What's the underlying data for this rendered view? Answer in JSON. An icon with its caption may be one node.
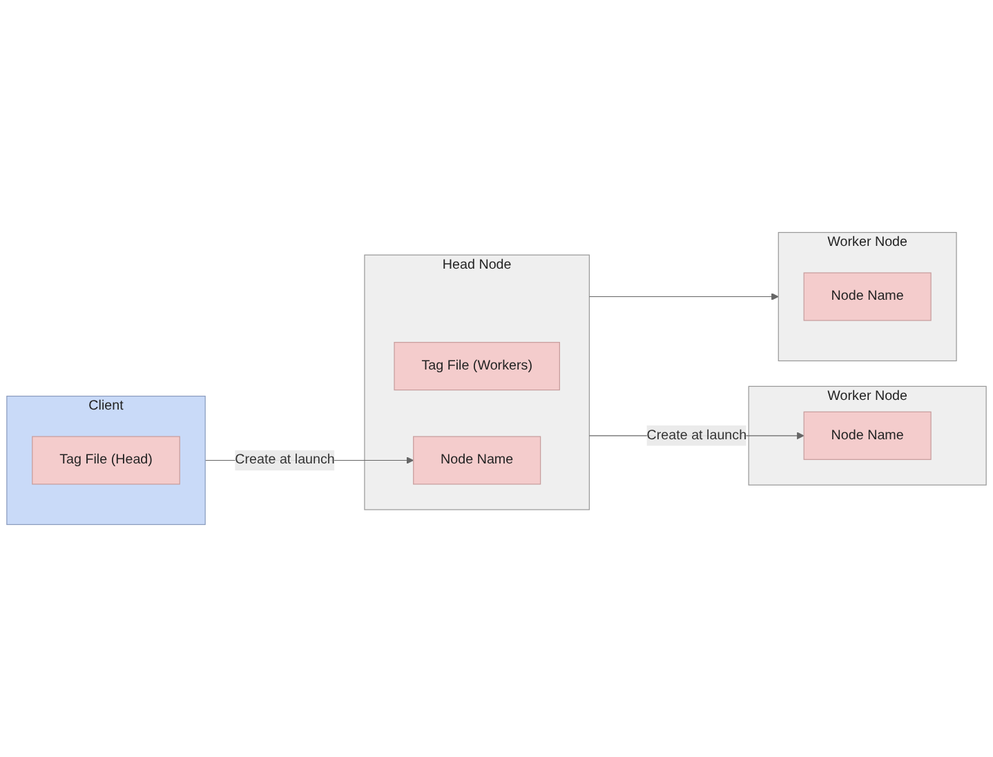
{
  "diagram": {
    "nodes": [
      {
        "text": [
          "Head Node"
        ]
      },
      {
        "text": [
          "Tag File (Workers)"
        ],
        "in": 0
      },
      {
        "text": [
          "Node Name"
        ],
        "in": 0
      },
      {
        "text": [
          "Worker Node"
        ]
      },
      {
        "text": [
          "Node Name"
        ],
        "in": 3
      },
      {
        "text": [
          "Worker Node"
        ]
      },
      {
        "text": [
          "Node Name"
        ],
        "in": 5
      },
      {
        "text": [
          "Client"
        ]
      },
      {
        "text": [
          "Tag File (Head)"
        ],
        "in": 7
      }
    ],
    "edges": [
      {
        "from": 7,
        "to": 2,
        "arrow": "to",
        "label": "Create at launch"
      },
      {
        "from": 0,
        "to": 4,
        "arrow": "to",
        "label": "Create at launch"
      },
      {
        "from": 0,
        "to": 5,
        "arrow": "to"
      }
    ]
  }
}
